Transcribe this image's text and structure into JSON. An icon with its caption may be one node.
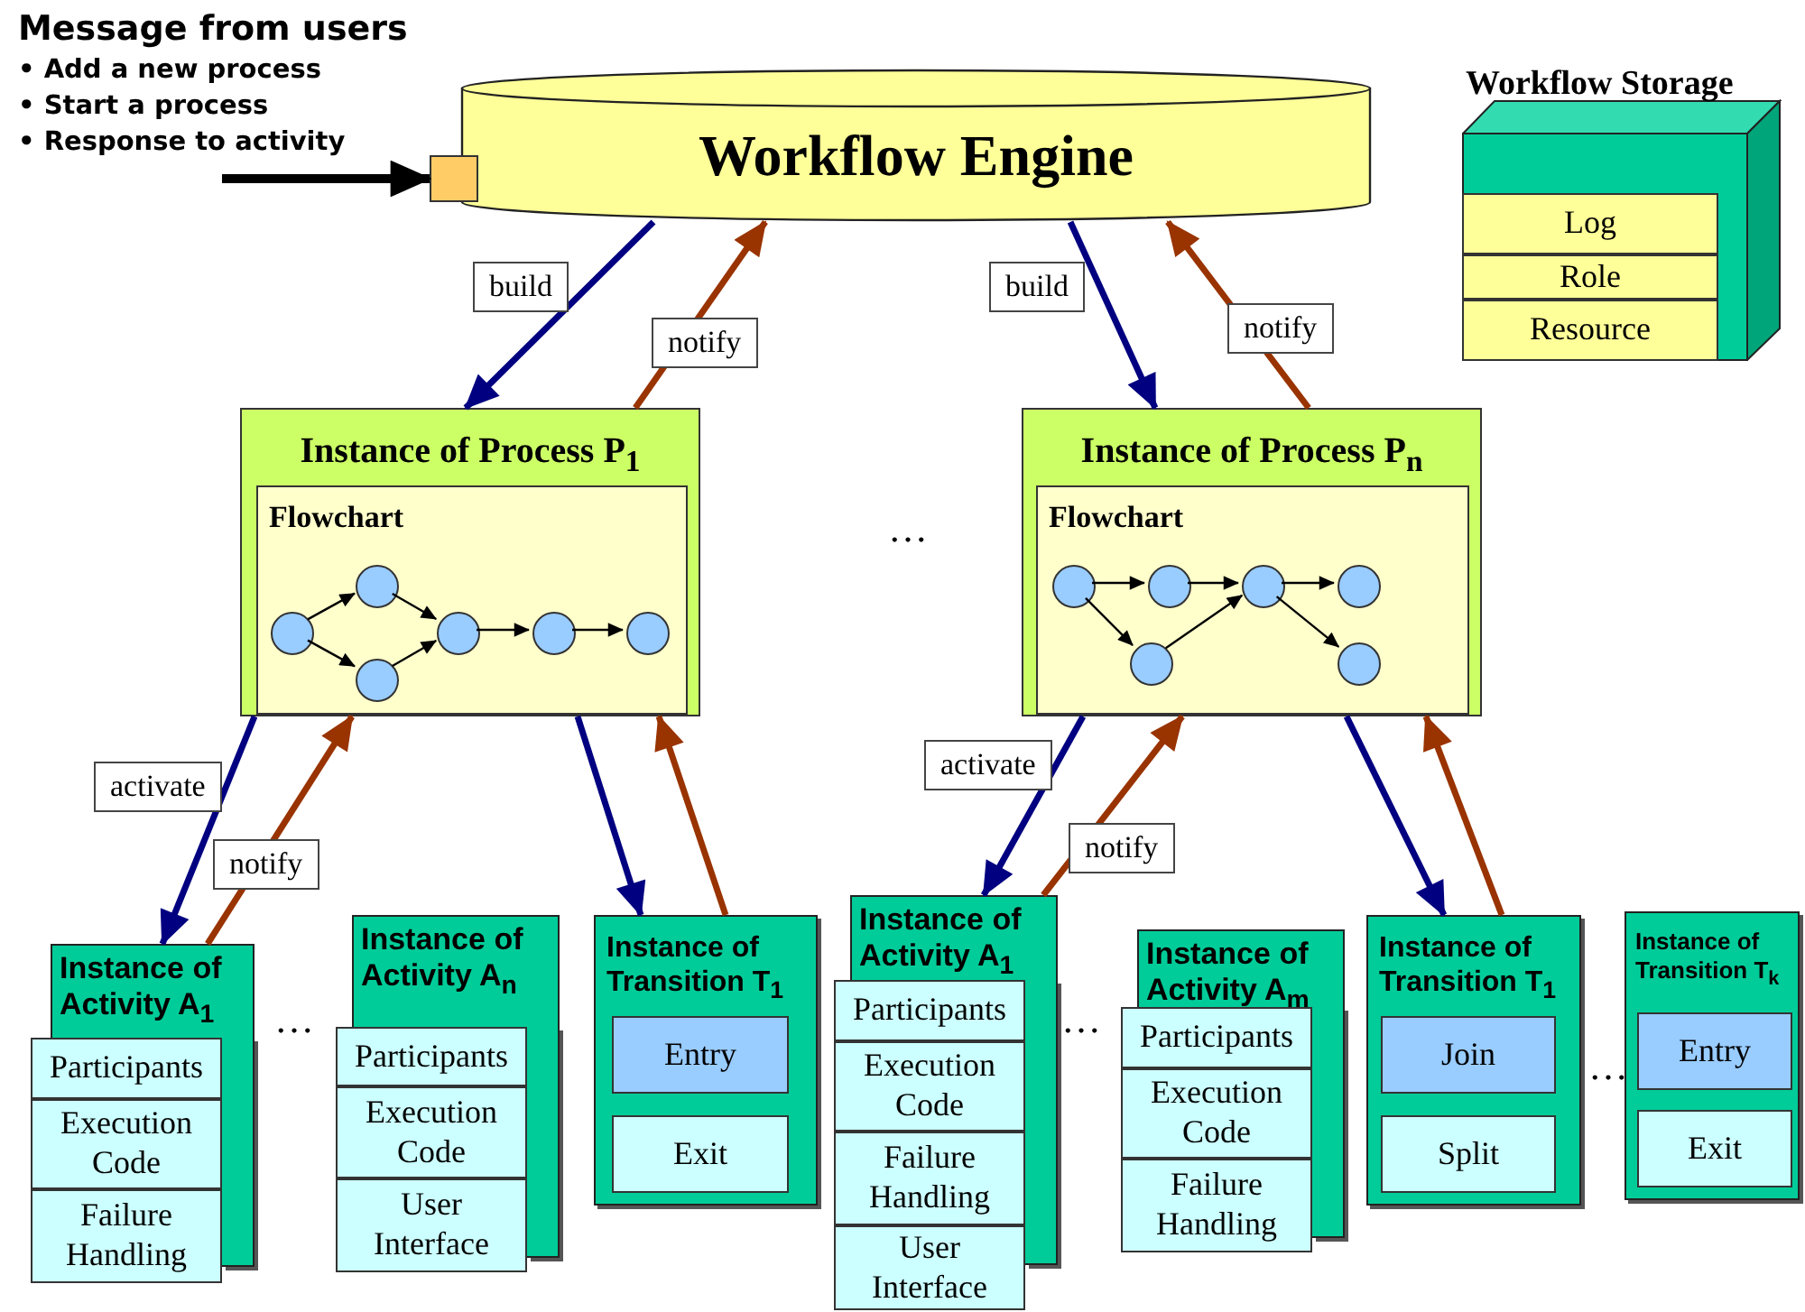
{
  "diagram": {
    "nodes": [
      {
        "text": [
          "Workflow Engine"
        ]
      },
      {
        "text": [],
        "shape": "box"
      },
      {
        "text": [
          "Workflow Storage"
        ]
      },
      {
        "text": [
          "Log"
        ],
        "in": 2
      },
      {
        "text": [
          "Role"
        ],
        "in": 2
      },
      {
        "text": [
          "Resource"
        ],
        "in": 2
      },
      {
        "text": [
          "Instance of Process P$_{1}$"
        ]
      },
      {
        "text": [
          "Flowchart"
        ],
        "in": 6
      },
      {
        "text": [],
        "shape": "circle",
        "in": 7
      },
      {
        "text": [],
        "shape": "circle",
        "in": 7
      },
      {
        "text": [],
        "shape": "circle",
        "in": 7
      },
      {
        "text": [],
        "shape": "circle",
        "in": 7
      },
      {
        "text": [],
        "shape": "circle",
        "in": 7
      },
      {
        "text": [],
        "shape": "circle",
        "in": 7
      },
      {
        "text": [
          "Instance of Process P$_{n}$"
        ]
      },
      {
        "text": [
          "Flowchart"
        ],
        "in": 14
      },
      {
        "text": [],
        "shape": "circle",
        "in": 15
      },
      {
        "text": [],
        "shape": "circle",
        "in": 15
      },
      {
        "text": [],
        "shape": "circle",
        "in": 15
      },
      {
        "text": [],
        "shape": "circle",
        "in": 15
      },
      {
        "text": [],
        "shape": "circle",
        "in": 15
      },
      {
        "text": [],
        "shape": "circle",
        "in": 15
      },
      {
        "text": [
          "Instance of Activity A$_{1}$"
        ]
      },
      {
        "text": [
          "Participants"
        ]
      },
      {
        "text": [
          "Execution Code"
        ]
      },
      {
        "text": [
          "Failure Handling"
        ]
      },
      {
        "text": [
          "Instance of Activity A$_{n}$"
        ]
      },
      {
        "text": [
          "Participants"
        ]
      },
      {
        "text": [
          "Execution Code"
        ]
      },
      {
        "text": [
          "User Interface"
        ]
      },
      {
        "text": [
          "Instance of Transition T$_{1}$"
        ]
      },
      {
        "text": [
          "Entry"
        ],
        "in": 30
      },
      {
        "text": [
          "Exit"
        ],
        "in": 30
      },
      {
        "text": [
          "Instance of Activity A$_{1}$"
        ]
      },
      {
        "text": [
          "Participants"
        ]
      },
      {
        "text": [
          "Execution Code"
        ]
      },
      {
        "text": [
          "Failure Handling"
        ]
      },
      {
        "text": [
          "User Interface"
        ]
      },
      {
        "text": [
          "Instance of Activity A$_{m}$"
        ]
      },
      {
        "text": [
          "Participants"
        ]
      },
      {
        "text": [
          "Execution Code"
        ]
      },
      {
        "text": [
          "Failure Handling"
        ]
      },
      {
        "text": [
          "Instance of Transition T$_{1}$"
        ]
      },
      {
        "text": [
          "Join"
        ],
        "in": 42
      },
      {
        "text": [
          "Split"
        ],
        "in": 42
      },
      {
        "text": [
          "Instance of Transition T$_{k}$"
        ]
      },
      {
        "text": [
          "Entry"
        ],
        "in": 45
      },
      {
        "text": [
          "Exit"
        ],
        "in": 45
      }
    ],
    "edges": [
      {
        "from": 0,
        "to": 6,
        "arrow": "to",
        "label": "build",
        "color": "#000080"
      },
      {
        "from": 6,
        "to": 0,
        "arrow": "to",
        "label": "notify",
        "color": "#993300"
      },
      {
        "from": 0,
        "to": 14,
        "arrow": "to",
        "label": "build",
        "color": "#000080"
      },
      {
        "from": 14,
        "to": 0,
        "arrow": "to",
        "label": "notify",
        "color": "#993300"
      },
      {
        "from": 6,
        "to": 22,
        "arrow": "to",
        "label": "activate",
        "color": "#000080"
      },
      {
        "from": 22,
        "to": 6,
        "arrow": "to",
        "label": "notify",
        "color": "#993300"
      },
      {
        "from": 6,
        "to": 30,
        "arrow": "to",
        "color": "#000080"
      },
      {
        "from": 30,
        "to": 6,
        "arrow": "to",
        "color": "#993300"
      },
      {
        "from": 14,
        "to": 33,
        "arrow": "to",
        "label": "activate",
        "color": "#000080"
      },
      {
        "from": 33,
        "to": 14,
        "arrow": "to",
        "label": "notify",
        "color": "#993300"
      },
      {
        "from": 14,
        "to": 42,
        "arrow": "to",
        "color": "#000080"
      },
      {
        "from": 42,
        "to": 14,
        "arrow": "to",
        "color": "#993300"
      },
      {
        "from": null,
        "to": 1,
        "arrow": "to"
      },
      {
        "from": 8,
        "to": 9,
        "arrow": "to"
      },
      {
        "from": 8,
        "to": 10,
        "arrow": "to"
      },
      {
        "from": 9,
        "to": 11,
        "arrow": "to"
      },
      {
        "from": 10,
        "to": 11,
        "arrow": "to"
      },
      {
        "from": 11,
        "to": 12,
        "arrow": "to"
      },
      {
        "from": 12,
        "to": 13,
        "arrow": "to"
      },
      {
        "from": 16,
        "to": 18,
        "arrow": "to"
      },
      {
        "from": 18,
        "to": 19,
        "arrow": "to"
      },
      {
        "from": 19,
        "to": 20,
        "arrow": "to"
      },
      {
        "from": 16,
        "to": 17,
        "arrow": "to"
      },
      {
        "from": 17,
        "to": 19,
        "arrow": "to"
      },
      {
        "from": 19,
        "to": 21,
        "arrow": "to"
      }
    ],
    "labels": [
      "Message from users",
      "• Add a new process",
      "• Start a process",
      "• Response to activity",
      "…",
      "…",
      "…",
      "…"
    ]
  }
}
